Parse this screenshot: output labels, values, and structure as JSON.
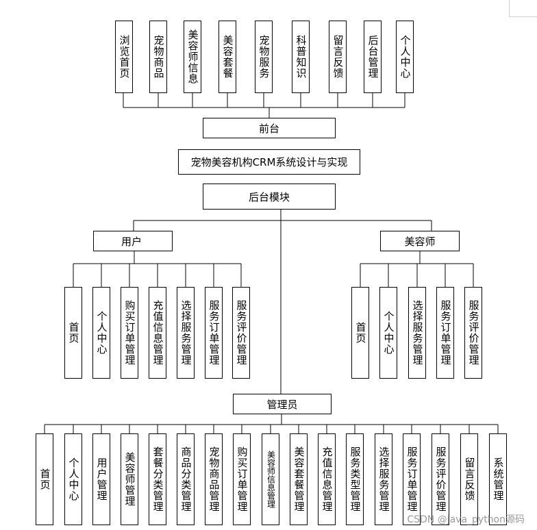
{
  "root": "宠物美容机构CRM系统设计与实现",
  "front": {
    "label": "前台",
    "items": [
      "浏览首页",
      "宠物商品",
      "美容师信息",
      "美容套餐",
      "宠物服务",
      "科普知识",
      "留言反馈",
      "后台管理",
      "个人中心"
    ]
  },
  "backend": {
    "label": "后台模块"
  },
  "user": {
    "label": "用户",
    "items": [
      "首页",
      "个人中心",
      "购买订单管理",
      "充值信息管理",
      "选择服务管理",
      "服务订单管理",
      "服务评价管理"
    ]
  },
  "beautician": {
    "label": "美容师",
    "items": [
      "首页",
      "个人中心",
      "选择服务管理",
      "服务订单管理",
      "服务评价管理"
    ]
  },
  "admin": {
    "label": "管理员",
    "items": [
      "首页",
      "个人中心",
      "用户管理",
      "美容师管理",
      "套餐分类管理",
      "商品分类管理",
      "宠物商品管理",
      "购买订单管理",
      "美容师信息管理",
      "美容套餐管理",
      "充值信息管理",
      "服务类型管理",
      "选择服务管理",
      "服务订单管理",
      "服务评价管理",
      "留言反馈",
      "系统管理"
    ]
  },
  "watermark": "CSDN @java_python源码"
}
